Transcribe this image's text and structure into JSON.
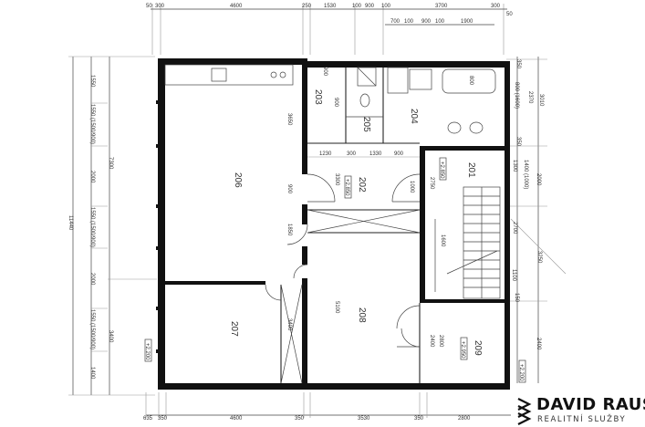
{
  "rooms": {
    "r201": "201",
    "r202": "202",
    "r203": "203",
    "r204": "204",
    "r205": "205",
    "r206": "206",
    "r207": "207",
    "r208": "208",
    "r209": "209"
  },
  "level_marks": {
    "m202": "+2.850",
    "m201": "+2.850",
    "m209": "+2.950",
    "m207": "+2.200",
    "right": "+2.200"
  },
  "dims_top": [
    "50",
    "300",
    "4600",
    "250",
    "1530",
    "100",
    "900",
    "100",
    "3700",
    "300",
    "50"
  ],
  "dims_top2": [
    "700",
    "100",
    "900",
    "100",
    "1900"
  ],
  "dims_bottom": [
    "635",
    "350",
    "4600",
    "350",
    "3530",
    "350",
    "2800"
  ],
  "dims_left_outer": "11440",
  "dims_left": [
    "1550",
    "1550 (1500/900)",
    "2000",
    "1550 (1500/900)",
    "2000",
    "1550 (1500/900)",
    "1400"
  ],
  "dims_left2": [
    "7300",
    "3400"
  ],
  "dims_right": [
    "350",
    "800 (1600)",
    "350",
    "1300",
    "1400 (1000)",
    "2700",
    "1100",
    "150"
  ],
  "dims_right2": [
    "2370",
    "3010",
    "2000",
    "3250",
    "2400"
  ],
  "dims_interior": [
    "1230",
    "300",
    "1330",
    "900",
    "3650",
    "900",
    "1850",
    "3300",
    "5100",
    "2750",
    "1000",
    "1600",
    "3400",
    "2400",
    "2800",
    "900",
    "800",
    "900"
  ],
  "logo": {
    "name": "DAVID RAUS",
    "tagline": "REALITNÍ SLUŽBY",
    "icon": "chevron-stack-icon"
  }
}
